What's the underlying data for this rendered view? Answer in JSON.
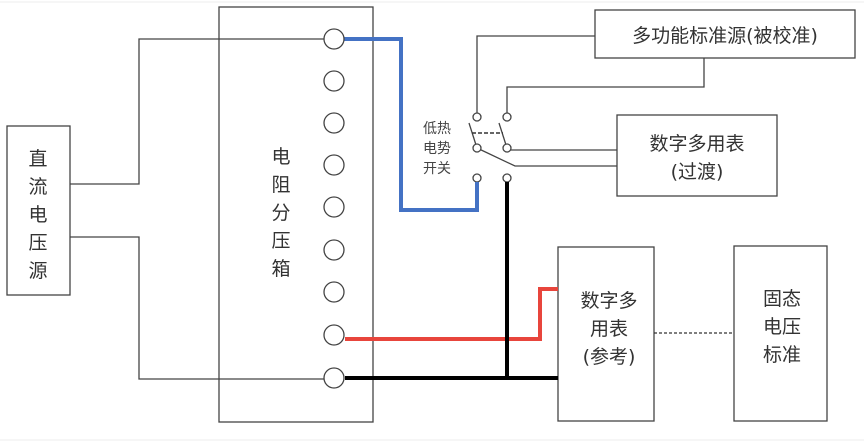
{
  "diagram": {
    "dc_source": {
      "label_lines": [
        "直",
        "流",
        "电",
        "压",
        "源"
      ]
    },
    "divider_box": {
      "label_lines": [
        "电",
        "阻",
        "分",
        "压",
        "箱"
      ],
      "terminal_count": 9
    },
    "switch": {
      "label_lines": [
        "低热",
        "电势",
        "开关"
      ]
    },
    "multifunction_source": {
      "label": "多功能标准源(被校准)"
    },
    "dmm_transfer": {
      "label_lines": [
        "数字多用表",
        "(过渡)"
      ]
    },
    "dmm_reference": {
      "label_lines": [
        "数字多",
        "用表",
        "(参考)"
      ]
    },
    "solid_state_standard": {
      "label_lines": [
        "固态",
        "电压",
        "标准"
      ]
    },
    "wire_colors": {
      "blue": "#4472c4",
      "red": "#e8453c",
      "black": "#000000",
      "default": "#444444"
    }
  }
}
